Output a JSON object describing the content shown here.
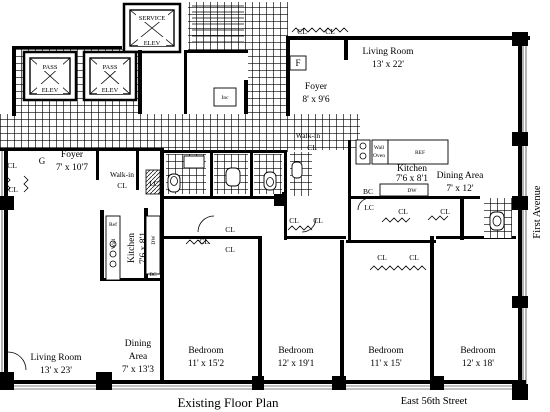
{
  "diagram": {
    "title": "Existing Floor Plan",
    "street_south": "East 56th Street",
    "street_east": "First Avenue",
    "elevators": {
      "service_line1": "SERVICE",
      "service_line2": "ELEV",
      "pass_line1": "PASS",
      "pass_line2": "ELEV"
    },
    "rooms": {
      "living_room_ne": {
        "name": "Living Room",
        "dim": "13' x 22'"
      },
      "foyer_n": {
        "name": "Foyer",
        "dim": "8' x 9'6"
      },
      "foyer_w": {
        "name": "Foyer",
        "dim": "7' x 10'7"
      },
      "kitchen_e": {
        "name": "Kitchen",
        "dim": "7'6 x 8'1"
      },
      "dining_e": {
        "name": "Dining Area",
        "dim": "7' x 12'"
      },
      "kitchen_w": {
        "name": "Kitchen",
        "dim": "7'6 x 8'1"
      },
      "living_room_sw": {
        "name": "Living Room",
        "dim": "13' x 23'"
      },
      "dining_w": {
        "name": "Dining",
        "name2": "Area",
        "dim": "7' x 13'3"
      },
      "bedroom_1": {
        "name": "Bedroom",
        "dim": "11' x 15'2"
      },
      "bedroom_2": {
        "name": "Bedroom",
        "dim": "12' x 19'1"
      },
      "bedroom_3": {
        "name": "Bedroom",
        "dim": "11' x 15'"
      },
      "bedroom_4": {
        "name": "Bedroom",
        "dim": "12' x 18'"
      }
    },
    "labels": {
      "cl": "CL",
      "lc": "LC",
      "bc": "BC",
      "f": "F",
      "g": "G",
      "inc": "Inc",
      "walk_in": "Walk-In",
      "walk_in_short": "Walk-in",
      "ref": "Ref",
      "ref_caps": "REF",
      "wall": "Wall",
      "oven": "Oven",
      "dw": "DW"
    }
  }
}
